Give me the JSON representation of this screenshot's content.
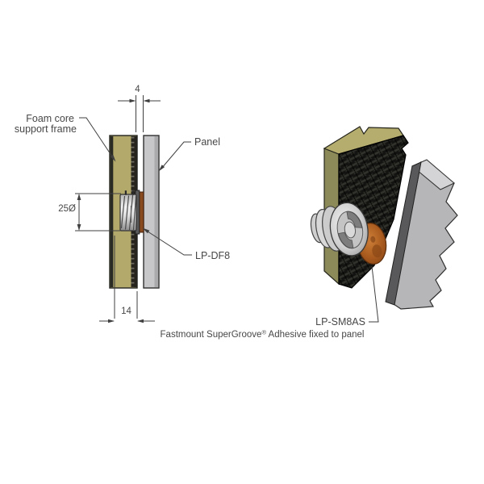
{
  "section_view": {
    "title": "cross-section install view",
    "labels": {
      "foam_core_line1": "Foam core",
      "foam_core_line2": "support frame",
      "panel": "Panel",
      "clip": "LP-DF8"
    },
    "dimensions": {
      "gap_width": "4",
      "clip_diameter": "25Ø",
      "frame_thickness": "14"
    }
  },
  "iso_view": {
    "title": "3D assembly view",
    "labels": {
      "adhesive_pad": "LP-SM8AS"
    },
    "caption": {
      "product": "Fastmount SuperGroove",
      "registered": "®",
      "suffix": " Adhesive fixed to panel"
    }
  },
  "colors": {
    "foam_olive": "#b2a96b",
    "foam_side_3d": "#8b8a58",
    "foam_top_3d": "#b5ad6d",
    "panel_gray_2d": "#c7c7c9",
    "panel_face_3d": "#b6b6b8",
    "panel_bevel_3d": "#d4d4d6",
    "panel_edge_3d": "#59595b",
    "carbon_fiber": "#141412",
    "adhesive_copper": "#a85a1e",
    "fastener_metal": "#d8d8d8",
    "line_color": "#3f3f3f"
  }
}
